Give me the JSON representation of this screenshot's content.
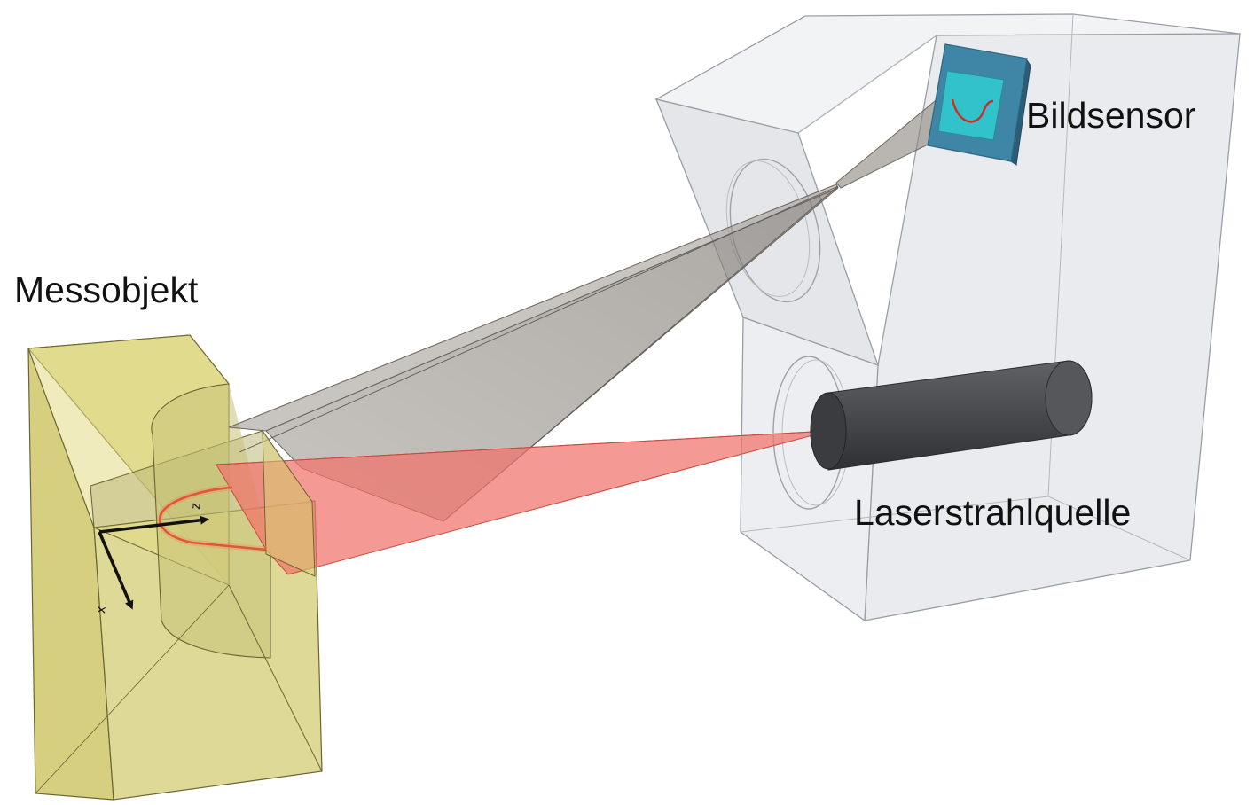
{
  "labels": {
    "object": "Messobjekt",
    "sensor": "Bildsensor",
    "laser": "Laserstrahlquelle"
  },
  "axes": {
    "z": "z",
    "x": "x"
  },
  "colors": {
    "object_fill": "#d8d278",
    "object_edge": "#5d5a2a",
    "housing_fill": "#eceef1",
    "housing_edge": "#8c9096",
    "camera_cone": "#8d867f",
    "laser_plane": "#f0726a",
    "laser_line": "#d63b2a",
    "sensor_chip": "#3f86a6",
    "sensor_active": "#31c2cc",
    "laser_body": "#4a4c50",
    "axis_arrow": "#111111"
  }
}
